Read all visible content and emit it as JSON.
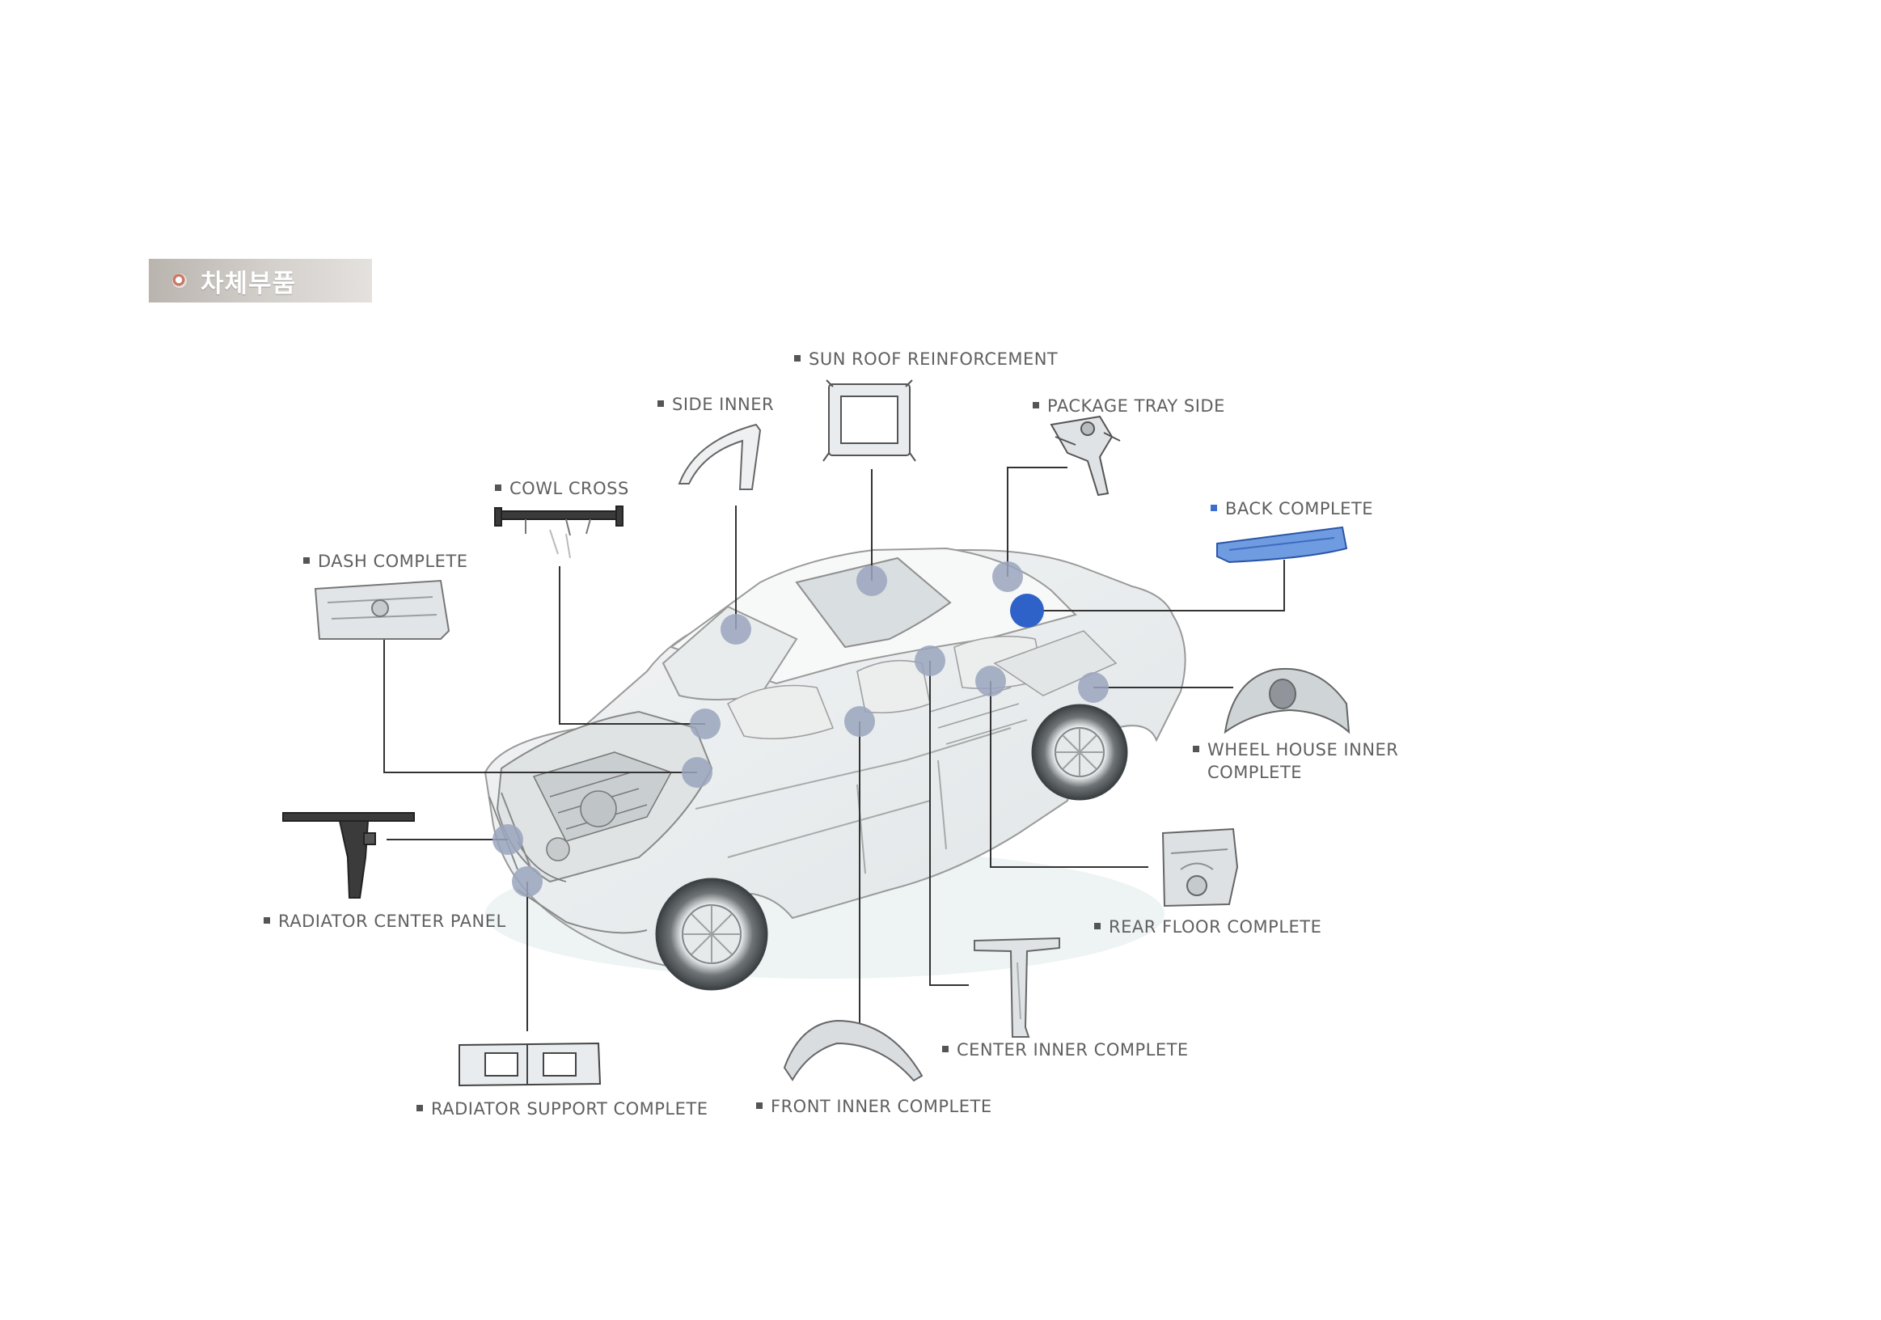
{
  "section": {
    "title": "차체부품"
  },
  "parts": [
    {
      "id": "sun-roof-reinforcement",
      "label": "SUN ROOF REINFORCEMENT"
    },
    {
      "id": "side-inner",
      "label": "SIDE INNER"
    },
    {
      "id": "package-tray-side",
      "label": "PACKAGE TRAY SIDE"
    },
    {
      "id": "cowl-cross",
      "label": "COWL CROSS"
    },
    {
      "id": "back-complete",
      "label": "BACK COMPLETE"
    },
    {
      "id": "dash-complete",
      "label": "DASH COMPLETE"
    },
    {
      "id": "wheel-house-inner-complete",
      "label_line1": "WHEEL HOUSE INNER",
      "label_line2": "COMPLETE"
    },
    {
      "id": "radiator-center-panel",
      "label": "RADIATOR CENTER PANEL"
    },
    {
      "id": "rear-floor-complete",
      "label": "REAR FLOOR COMPLETE"
    },
    {
      "id": "center-inner-complete",
      "label": "CENTER INNER COMPLETE"
    },
    {
      "id": "radiator-support-complete",
      "label": "RADIATOR SUPPORT COMPLETE"
    },
    {
      "id": "front-inner-complete",
      "label": "FRONT INNER COMPLETE"
    }
  ],
  "colors": {
    "leader": "#333333",
    "marker": "#9aa5bd",
    "marker_active": "#2f62c8",
    "car_line": "#9a9a9a"
  }
}
